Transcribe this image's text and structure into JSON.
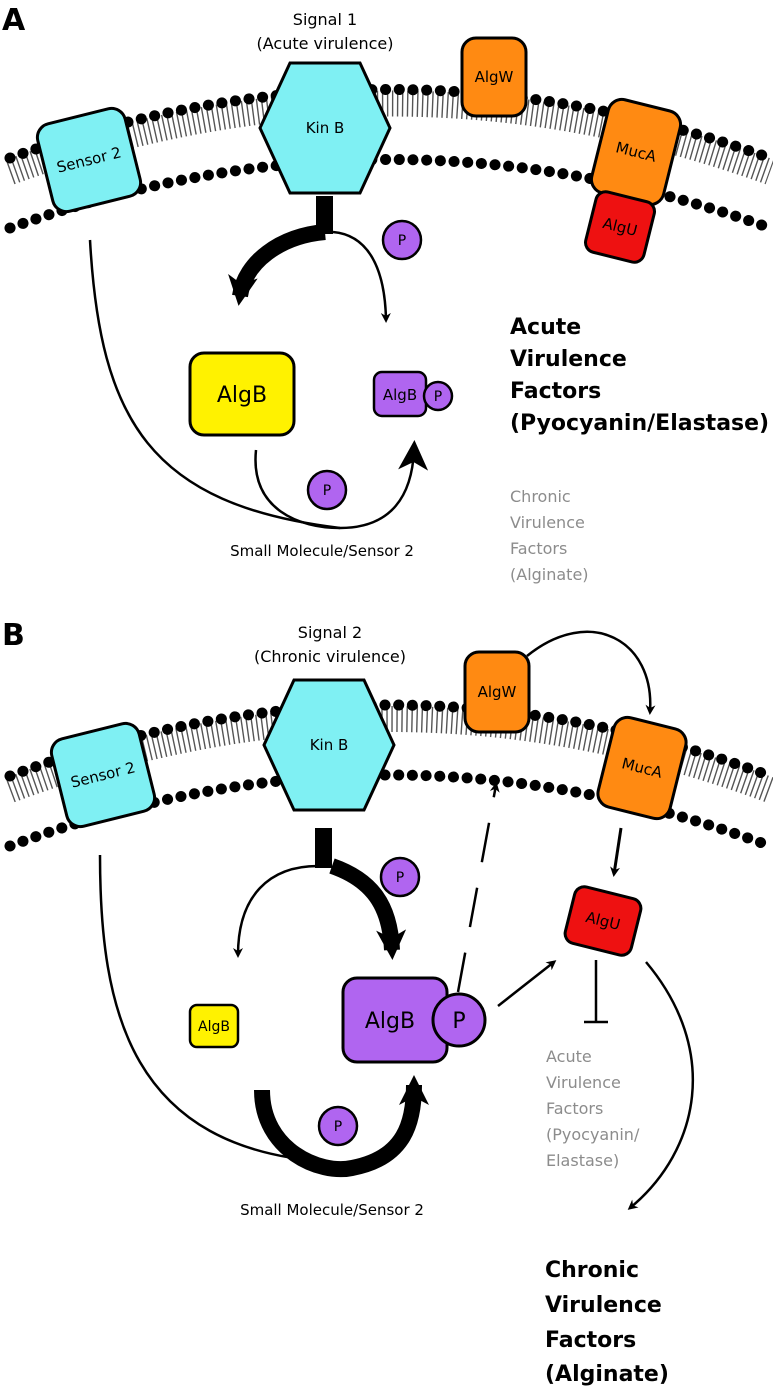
{
  "panels": [
    {
      "letter": "A",
      "signal_line1": "Signal 1",
      "signal_line2": "(Acute virulence)",
      "kinb": "Kin B",
      "sensor2": "Sensor 2",
      "algw": "AlgW",
      "muca": "MucA",
      "algu": "AlgU",
      "algb_unphos": "AlgB",
      "algb_phos": "AlgB",
      "p": "P",
      "small_molecule": "Small Molecule/Sensor 2",
      "bold_output": [
        "Acute",
        "Virulence",
        "Factors",
        "(Pyocyanin/Elastase)"
      ],
      "grey_output": [
        "Chronic",
        "Virulence",
        "Factors",
        "(Alginate)"
      ]
    },
    {
      "letter": "B",
      "signal_line1": "Signal 2",
      "signal_line2": "(Chronic virulence)",
      "kinb": "Kin B",
      "sensor2": "Sensor 2",
      "algw": "AlgW",
      "muca": "MucA",
      "algu": "AlgU",
      "algb_unphos": "AlgB",
      "algb_phos": "AlgB",
      "p": "P",
      "small_molecule": "Small Molecule/Sensor 2",
      "grey_output": [
        "Acute",
        "Virulence",
        "Factors",
        "(Pyocyanin/",
        "Elastase)"
      ],
      "bold_output": [
        "Chronic",
        "Virulence",
        "Factors",
        "(Alginate)"
      ]
    }
  ],
  "colors": {
    "cyan": "#7ff0f3",
    "orange": "#ff8a12",
    "red": "#ee1111",
    "yellow": "#fff200",
    "purple": "#b065f0",
    "grey_text": "#8c8c8c"
  }
}
